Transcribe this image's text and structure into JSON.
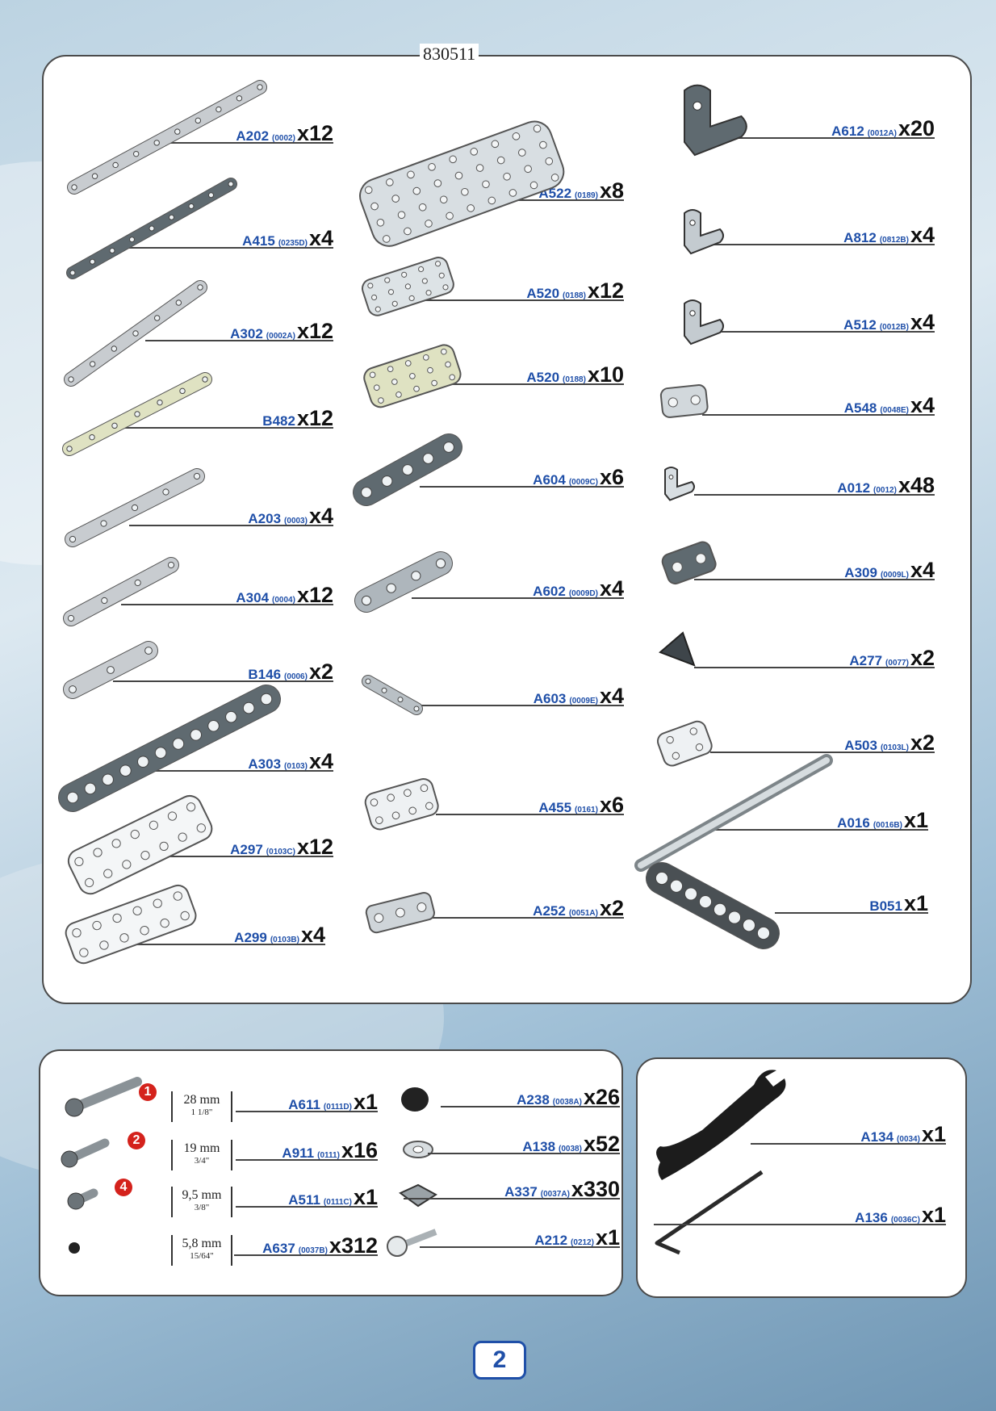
{
  "doc_code": "830511",
  "page_number": "2",
  "colors": {
    "code_blue": "#1f4fa8",
    "step_red": "#d4221c",
    "part_grey": "#c8ccd0",
    "part_dark": "#5f6a70",
    "part_cream": "#dfe2c2"
  },
  "parts": [
    {
      "code": "A202",
      "ref": "(0002)",
      "qty": "x12"
    },
    {
      "code": "A415",
      "ref": "(0235D)",
      "qty": "x4"
    },
    {
      "code": "A302",
      "ref": "(0002A)",
      "qty": "x12"
    },
    {
      "code": "B482",
      "ref": "",
      "qty": "x12"
    },
    {
      "code": "A203",
      "ref": "(0003)",
      "qty": "x4"
    },
    {
      "code": "A304",
      "ref": "(0004)",
      "qty": "x12"
    },
    {
      "code": "B146",
      "ref": "(0006)",
      "qty": "x2"
    },
    {
      "code": "A303",
      "ref": "(0103)",
      "qty": "x4"
    },
    {
      "code": "A297",
      "ref": "(0103C)",
      "qty": "x12"
    },
    {
      "code": "A299",
      "ref": "(0103B)",
      "qty": "x4"
    },
    {
      "code": "A522",
      "ref": "(0189)",
      "qty": "x8"
    },
    {
      "code": "A520",
      "ref": "(0188)",
      "qty": "x12"
    },
    {
      "code": "A520",
      "ref": "(0188)",
      "qty": "x10"
    },
    {
      "code": "A604",
      "ref": "(0009C)",
      "qty": "x6"
    },
    {
      "code": "A602",
      "ref": "(0009D)",
      "qty": "x4"
    },
    {
      "code": "A603",
      "ref": "(0009E)",
      "qty": "x4"
    },
    {
      "code": "A455",
      "ref": "(0161)",
      "qty": "x6"
    },
    {
      "code": "A252",
      "ref": "(0051A)",
      "qty": "x2"
    },
    {
      "code": "A612",
      "ref": "(0012A)",
      "qty": "x20"
    },
    {
      "code": "A812",
      "ref": "(0812B)",
      "qty": "x4"
    },
    {
      "code": "A512",
      "ref": "(0012B)",
      "qty": "x4"
    },
    {
      "code": "A548",
      "ref": "(0048E)",
      "qty": "x4"
    },
    {
      "code": "A012",
      "ref": "(0012)",
      "qty": "x48"
    },
    {
      "code": "A309",
      "ref": "(0009L)",
      "qty": "x4"
    },
    {
      "code": "A277",
      "ref": "(0077)",
      "qty": "x2"
    },
    {
      "code": "A503",
      "ref": "(0103L)",
      "qty": "x2"
    },
    {
      "code": "A016",
      "ref": "(0016B)",
      "qty": "x1"
    },
    {
      "code": "B051",
      "ref": "",
      "qty": "x1"
    }
  ],
  "screws": [
    {
      "step": "1",
      "mm": "28 mm",
      "inch": "1 1/8\"",
      "code": "A611",
      "ref": "(0111D)",
      "qty": "x1"
    },
    {
      "step": "2",
      "mm": "19 mm",
      "inch": "3/4\"",
      "code": "A911",
      "ref": "(0111)",
      "qty": "x16"
    },
    {
      "step": "4",
      "mm": "9,5 mm",
      "inch": "3/8\"",
      "code": "A511",
      "ref": "(0111C)",
      "qty": "x1"
    },
    {
      "step": "",
      "mm": "5,8 mm",
      "inch": "15/64\"",
      "code": "A637",
      "ref": "(0037B)",
      "qty": "x312"
    }
  ],
  "nuts": [
    {
      "code": "A238",
      "ref": "(0038A)",
      "qty": "x26"
    },
    {
      "code": "A138",
      "ref": "(0038)",
      "qty": "x52"
    },
    {
      "code": "A337",
      "ref": "(0037A)",
      "qty": "x330"
    },
    {
      "code": "A212",
      "ref": "(0212)",
      "qty": "x1"
    }
  ],
  "tools": [
    {
      "code": "A134",
      "ref": "(0034)",
      "qty": "x1"
    },
    {
      "code": "A136",
      "ref": "(0036C)",
      "qty": "x1"
    }
  ]
}
